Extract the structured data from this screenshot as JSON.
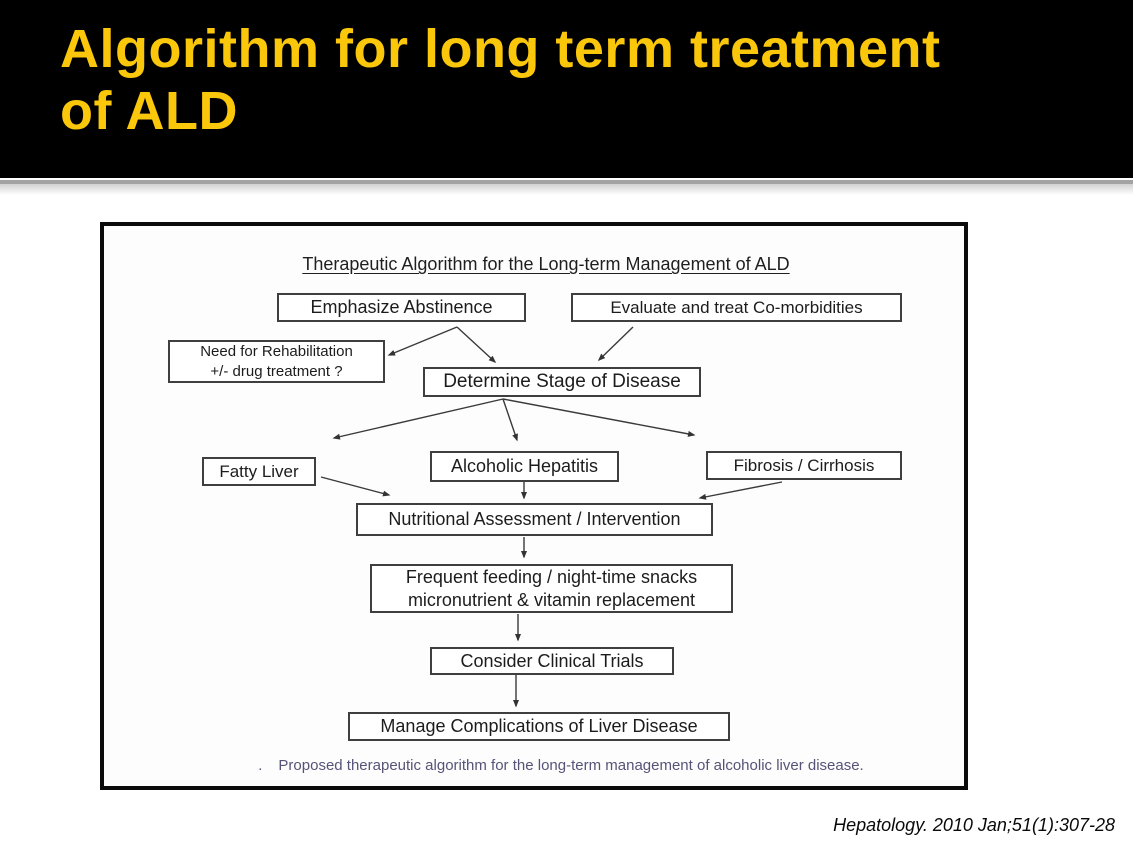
{
  "slide": {
    "title": {
      "line1": "Algorithm for long term treatment",
      "line2": "of ALD",
      "color": "#FBC70B",
      "background": "#000000"
    },
    "citation": "Hepatology. 2010 Jan;51(1):307-28"
  },
  "figure": {
    "title": "Therapeutic Algorithm for the Long-term Management of ALD",
    "caption": {
      "prefix": ".",
      "text": "Proposed therapeutic algorithm for the long-term management of alcoholic liver disease.",
      "color": "#565377"
    },
    "nodes": {
      "emphasize_abstinence": {
        "label": "Emphasize Abstinence"
      },
      "evaluate_comorbidities": {
        "label": "Evaluate and treat Co-morbidities"
      },
      "rehabilitation": {
        "line1": "Need for Rehabilitation",
        "line2": "+/- drug treatment ?"
      },
      "determine_stage": {
        "label": "Determine Stage of Disease"
      },
      "fatty_liver": {
        "label": "Fatty Liver"
      },
      "alcoholic_hepatitis": {
        "label": "Alcoholic Hepatitis"
      },
      "fibrosis_cirrhosis": {
        "label": "Fibrosis / Cirrhosis"
      },
      "nutritional": {
        "label": "Nutritional Assessment / Intervention"
      },
      "frequent_feeding": {
        "line1": "Frequent feeding / night-time snacks",
        "line2": "micronutrient & vitamin replacement"
      },
      "clinical_trials": {
        "label": "Consider Clinical Trials"
      },
      "manage_complications": {
        "label": "Manage Complications of Liver Disease"
      }
    },
    "edges": [
      {
        "from": "Emphasize Abstinence",
        "to": "Need for Rehabilitation +/- drug treatment ?"
      },
      {
        "from": "Emphasize Abstinence",
        "to": "Determine Stage of Disease"
      },
      {
        "from": "Evaluate and treat Co-morbidities",
        "to": "Determine Stage of Disease"
      },
      {
        "from": "Determine Stage of Disease",
        "to": "Fatty Liver"
      },
      {
        "from": "Determine Stage of Disease",
        "to": "Alcoholic Hepatitis"
      },
      {
        "from": "Determine Stage of Disease",
        "to": "Fibrosis / Cirrhosis"
      },
      {
        "from": "Fatty Liver",
        "to": "Nutritional Assessment / Intervention"
      },
      {
        "from": "Alcoholic Hepatitis",
        "to": "Nutritional Assessment / Intervention"
      },
      {
        "from": "Fibrosis / Cirrhosis",
        "to": "Nutritional Assessment / Intervention"
      },
      {
        "from": "Nutritional Assessment / Intervention",
        "to": "Frequent feeding / night-time snacks micronutrient & vitamin replacement"
      },
      {
        "from": "Frequent feeding / night-time snacks micronutrient & vitamin replacement",
        "to": "Consider Clinical Trials"
      },
      {
        "from": "Consider Clinical Trials",
        "to": "Manage Complications of Liver Disease"
      }
    ]
  }
}
